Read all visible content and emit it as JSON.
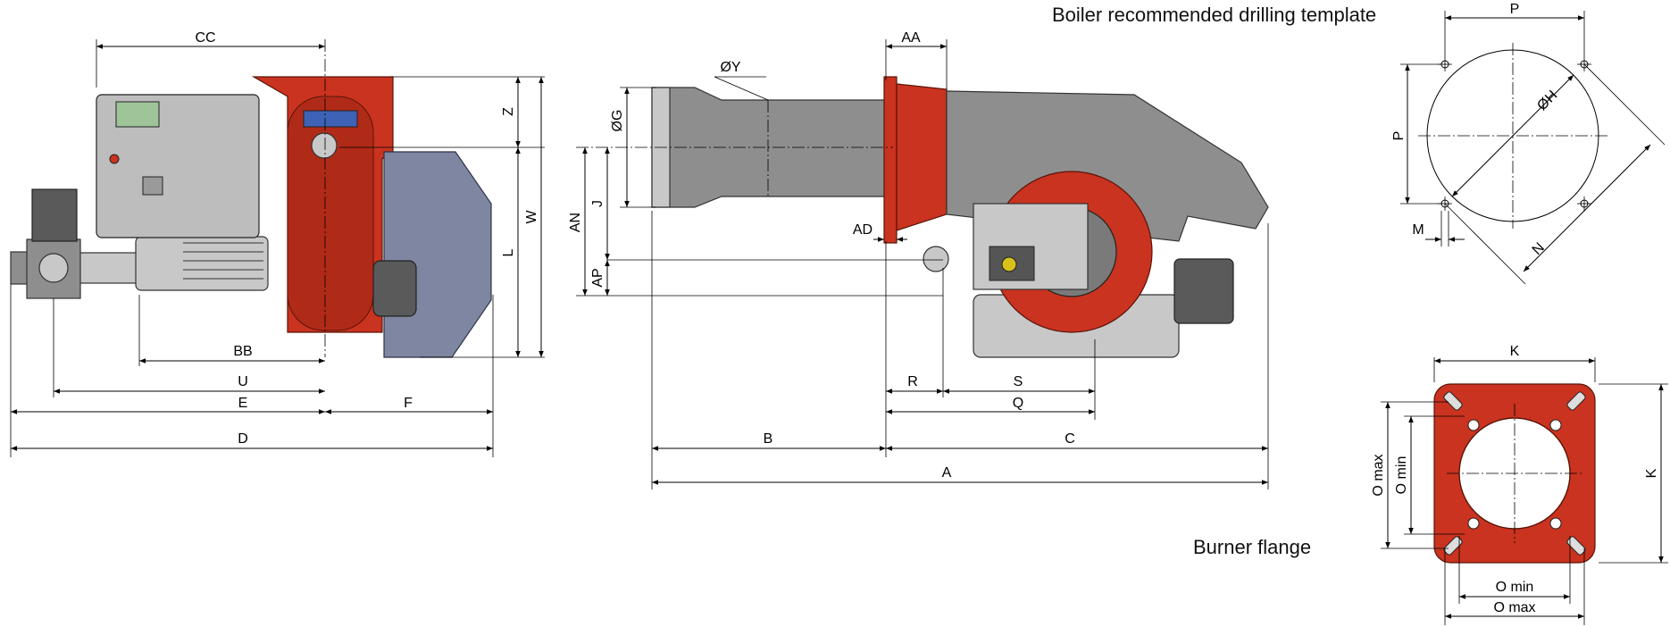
{
  "captions": {
    "drilling_template": "Boiler recommended drilling template",
    "burner_flange": "Burner flange"
  },
  "dimensions": {
    "cc": "CC",
    "z": "Z",
    "w": "W",
    "l": "L",
    "bb": "BB",
    "u": "U",
    "e": "E",
    "f": "F",
    "d": "D",
    "oy": "ØY",
    "aa": "AA",
    "og": "ØG",
    "an": "AN",
    "j": "J",
    "ad": "AD",
    "ap": "AP",
    "r": "R",
    "s": "S",
    "q": "Q",
    "b": "B",
    "c": "C",
    "a": "A",
    "p_top": "P",
    "p_side": "P",
    "oh": "ØH",
    "m": "M",
    "n": "N",
    "k_top": "K",
    "k_side": "K",
    "o_max_side": "O max",
    "o_min_side": "O min",
    "o_min_bottom": "O min",
    "o_max_bottom": "O max"
  },
  "colors": {
    "burner_red": "#c9331f",
    "housing_grey": "#8e8e8e",
    "fan_blue": "#7f86a1"
  }
}
